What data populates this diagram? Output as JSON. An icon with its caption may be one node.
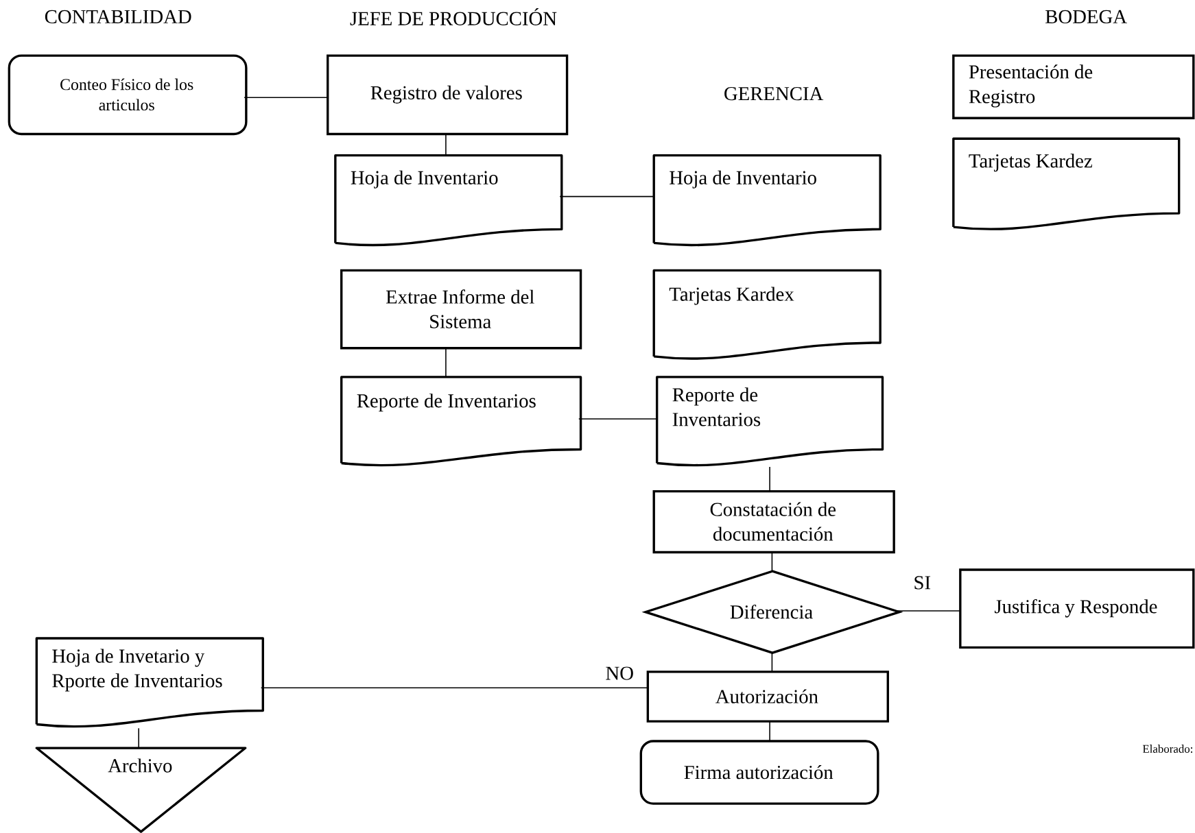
{
  "diagram": {
    "nodes": [
      {
        "text": [
          "Conteo Físico de los articulos"
        ]
      },
      {
        "text": [
          "Registro de valores"
        ]
      },
      {
        "text": [
          "Hoja de Inventario"
        ]
      },
      {
        "text": [
          "Hoja de Inventario"
        ]
      },
      {
        "text": [
          "Presentación de Registro"
        ]
      },
      {
        "text": [
          "Tarjetas Kardez"
        ]
      },
      {
        "text": [
          "Extrae Informe del Sistema"
        ]
      },
      {
        "text": [
          "Tarjetas Kardex"
        ]
      },
      {
        "text": [
          "Reporte de Inventarios"
        ]
      },
      {
        "text": [
          "Reporte de Inventarios"
        ]
      },
      {
        "text": [
          "Constatación de documentación"
        ]
      },
      {
        "text": [
          "Diferencia"
        ]
      },
      {
        "text": [
          "Justifica y Responde"
        ]
      },
      {
        "text": [
          "Hoja de Invetario y Rporte de Inventarios"
        ]
      },
      {
        "text": [
          "Autorización"
        ]
      },
      {
        "text": [
          "Archivo"
        ]
      },
      {
        "text": [
          "Firma autorización"
        ]
      }
    ],
    "edges": [
      {
        "from": 0,
        "to": 1,
        "arrow": "none"
      },
      {
        "from": 1,
        "to": 2,
        "arrow": "none"
      },
      {
        "from": 2,
        "to": 3,
        "arrow": "none"
      },
      {
        "from": 6,
        "to": 8,
        "arrow": "none"
      },
      {
        "from": 8,
        "to": 9,
        "arrow": "none"
      },
      {
        "from": 9,
        "to": 10,
        "arrow": "none"
      },
      {
        "from": 10,
        "to": 11,
        "arrow": "none"
      },
      {
        "from": 11,
        "to": 12,
        "arrow": "none",
        "label": "SI"
      },
      {
        "from": 11,
        "to": 14,
        "arrow": "none"
      },
      {
        "from": 14,
        "to": 13,
        "arrow": "none",
        "label": "NO"
      },
      {
        "from": 13,
        "to": 15,
        "arrow": "none"
      },
      {
        "from": 14,
        "to": 16,
        "arrow": "none"
      }
    ],
    "labels": [
      "CONTABILIDAD",
      "JEFE DE PRODUCCIÓN",
      "BODEGA",
      "GERENCIA",
      "Elaborado:"
    ]
  }
}
